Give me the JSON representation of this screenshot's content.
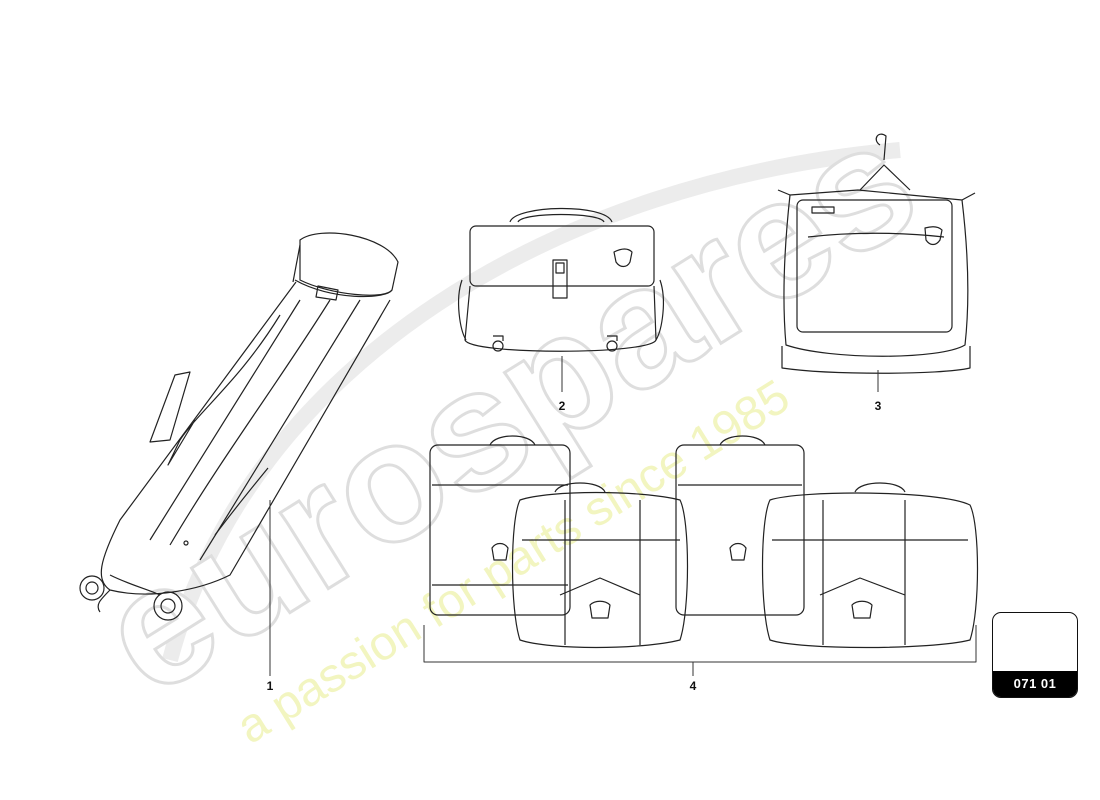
{
  "callouts": {
    "item1": "1",
    "item2": "2",
    "item3": "3",
    "item4": "4"
  },
  "reference_code": "071 01",
  "watermark": {
    "brand": "eurospares",
    "tagline": "a passion for parts since 1985",
    "brand_color": "#e6e6e6",
    "tagline_color": "#eef2a8"
  },
  "colors": {
    "line": "#222222",
    "label_box_bg": "#000000"
  }
}
